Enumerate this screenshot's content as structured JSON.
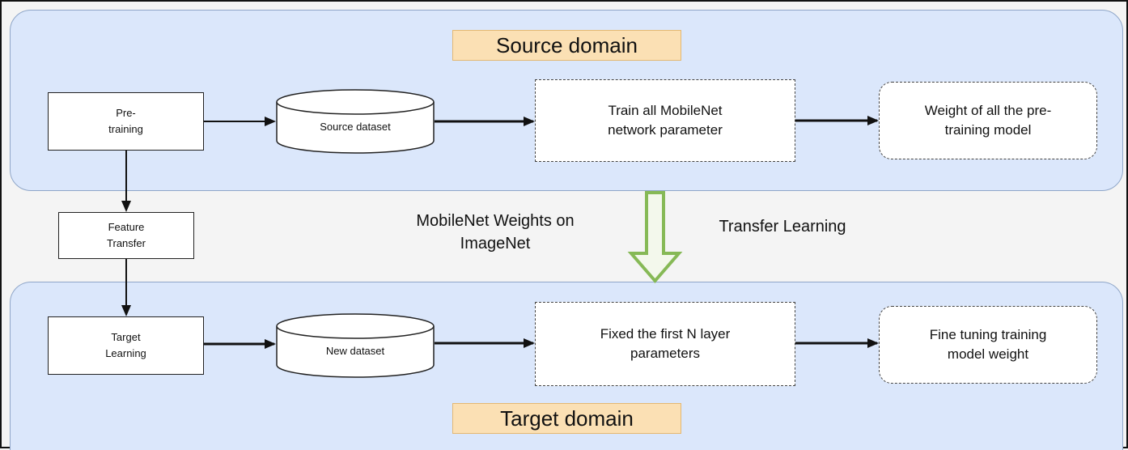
{
  "source_domain": {
    "label": "Source domain"
  },
  "target_domain": {
    "label": "Target domain"
  },
  "nodes": {
    "pretraining": "Pre-\ntraining",
    "feature_transfer": "Feature\nTransfer",
    "target_learning": "Target\nLearning",
    "source_dataset": "Source\ndataset",
    "new_dataset": "New\ndataset",
    "train_all": "Train all MobileNet\nnetwork parameter",
    "weight_all": "Weight of all the pre-\ntraining model",
    "fixed_n": "Fixed the first N layer\nparameters",
    "fine_tuning": "Fine tuning training\nmodel weight"
  },
  "annotations": {
    "mobilenet_weights": "MobileNet Weights on\nImageNet",
    "transfer_learning": "Transfer Learning"
  },
  "colors": {
    "panel_fill": "#dbe7fb",
    "label_fill": "#fbe0b4",
    "transfer_arrow": "#86b956"
  }
}
